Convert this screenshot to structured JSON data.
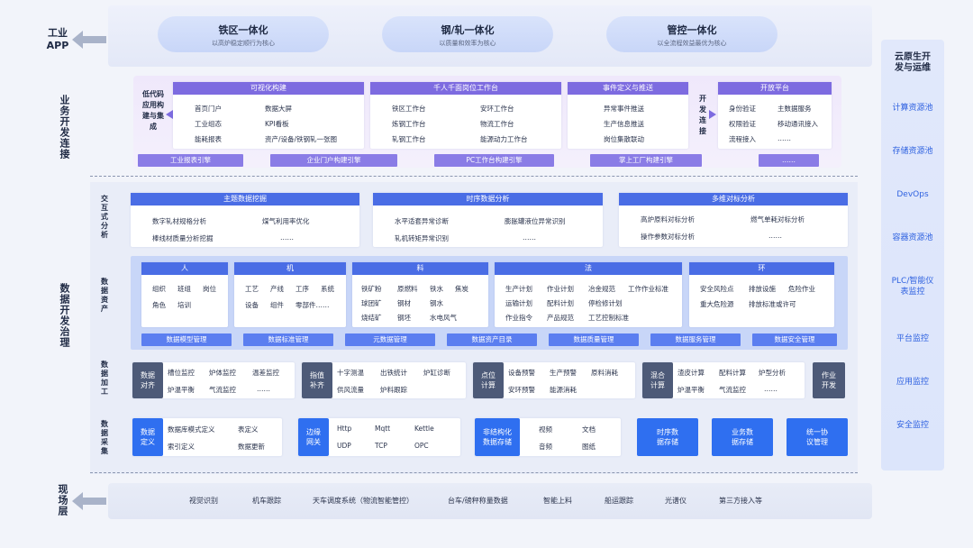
{
  "left": {
    "app": "工业\nAPP",
    "biz": "业务开发连接",
    "data": "数据开发治理",
    "site": "现场层"
  },
  "top": [
    {
      "title": "铁区一体化",
      "sub": "以高炉稳定顺行为核心"
    },
    {
      "title": "钢/轧一体化",
      "sub": "以质量和效率为核心"
    },
    {
      "title": "管控一体化",
      "sub": "以全流程效益最优为核心"
    }
  ],
  "biz": {
    "lowcode": "低代码应用构建与集成",
    "devconn": "开发连接",
    "vis": {
      "h": "可视化构建",
      "items": [
        "首页门户",
        "数据大屏",
        "工业组态",
        "KPI看板",
        "能耗报表",
        "资产/设备/铁钢轧一张图"
      ]
    },
    "work": {
      "h": "千人千面岗位工作台",
      "items": [
        "铁区工作台",
        "安环工作台",
        "炼钢工作台",
        "物流工作台",
        "轧钢工作台",
        "能源动力工作台"
      ]
    },
    "event": {
      "h": "事件定义与推送",
      "items": [
        "异常事件推送",
        "生产信息推送",
        "岗位集散联动"
      ]
    },
    "open": {
      "h": "开放平台",
      "items": [
        "身份验证",
        "主数据服务",
        "权限验证",
        "移动通讯接入",
        "流程接入",
        "……"
      ]
    },
    "engines": [
      "工业报表引擎",
      "企业门户构建引擎",
      "PC工作台构建引擎",
      "掌上工厂构建引擎",
      "……"
    ]
  },
  "inter": {
    "label": "交互式分析",
    "a": {
      "h": "主题数据挖掘",
      "items": [
        "数字轧材规格分析",
        "煤气利用率优化",
        "棒线材质量分析挖掘",
        "……"
      ]
    },
    "b": {
      "h": "时序数据分析",
      "items": [
        "水平适套异常诊断",
        "膨胀罐液位异常识别",
        "轧机转矩异常识别",
        "……"
      ]
    },
    "c": {
      "h": "多维对标分析",
      "items": [
        "高炉原料对标分析",
        "燃气单耗对标分析",
        "操作参数对标分析",
        "……"
      ]
    }
  },
  "asset": {
    "label": "数据资产",
    "ren": {
      "h": "人",
      "items": [
        "组织",
        "班组",
        "岗位",
        "角色",
        "培训"
      ]
    },
    "ji": {
      "h": "机",
      "items": [
        "工艺",
        "产线",
        "工序",
        "系统",
        "设备",
        "组件",
        "零部件……"
      ]
    },
    "liao": {
      "h": "料",
      "items": [
        "铁矿粉",
        "原燃料",
        "铁水",
        "焦炭",
        "球团矿",
        "钢材",
        "钢水",
        "烧结矿",
        "钢坯",
        "水电风气"
      ]
    },
    "fa": {
      "h": "法",
      "items": [
        "生产计划",
        "作业计划",
        "冶金规范",
        "工作作业标准",
        "运输计划",
        "配料计划",
        "停检修计划",
        "作业指令",
        "产品规范",
        "工艺控制标准"
      ]
    },
    "huan": {
      "h": "环",
      "items": [
        "安全风险点",
        "排放设施",
        "危险作业",
        "重大危险源",
        "排放标准或许可"
      ]
    },
    "mgmt": [
      "数据模型管理",
      "数据标准管理",
      "元数据管理",
      "数据资产目录",
      "数据质量管理",
      "数据服务管理",
      "数据安全管理"
    ]
  },
  "proc": {
    "label": "数据加工",
    "g1": {
      "k": "数据\n对齐",
      "items": [
        "槽位监控",
        "炉体监控",
        "温差监控",
        "炉温平衡",
        "气流监控",
        "……"
      ]
    },
    "g2": {
      "k": "指值\n补齐",
      "items": [
        "十字测温",
        "出铁统计",
        "炉缸诊断",
        "供风流量",
        "炉料跟踪"
      ]
    },
    "g3": {
      "k": "点位\n计算",
      "items": [
        "设备预警",
        "生产预警",
        "原料消耗",
        "安环预警",
        "能源消耗"
      ]
    },
    "g4": {
      "k": "混合\n计算",
      "items": [
        "渣皮计算",
        "配料计算",
        "炉型分析",
        "炉温平衡",
        "气流监控",
        "……"
      ]
    },
    "g5": "作业\n开发"
  },
  "coll": {
    "label": "数据采集",
    "g1": {
      "k": "数据\n定义",
      "items": [
        "数据库模式定义",
        "表定义",
        "索引定义",
        "数据更新"
      ]
    },
    "g2": {
      "k": "边缘\n网关",
      "items": [
        "Http",
        "Mqtt",
        "Kettle",
        "UDP",
        "TCP",
        "OPC"
      ]
    },
    "g3": {
      "k": "非结构化\n数据存储",
      "items": [
        "视频",
        "文档",
        "音频",
        "图纸"
      ]
    },
    "b1": "时序数\n据存储",
    "b2": "业务数\n据存储",
    "b3": "统一协\n议管理"
  },
  "right": [
    "云原生开\n发与运维",
    "计算资源池",
    "存储资源池",
    "DevOps",
    "容器资源池",
    "PLC/智能仪\n表监控",
    "平台监控",
    "应用监控",
    "安全监控"
  ],
  "site": [
    "视觉识别",
    "机车跟踪",
    "天车调度系统（物流智能管控）",
    "台车/磅秤称量数据",
    "智能上料",
    "船运跟踪",
    "光谱仪",
    "第三方接入等"
  ]
}
